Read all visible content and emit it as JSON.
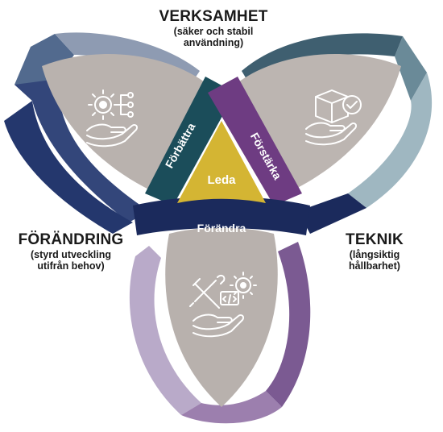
{
  "headings": {
    "top": {
      "title": "VERKSAMHET",
      "subtitle_line1": "(säker och stabil",
      "subtitle_line2": "användning)"
    },
    "left": {
      "title": "FÖRÄNDRING",
      "subtitle_line1": "(styrd utveckling",
      "subtitle_line2": "utifrån behov)"
    },
    "right": {
      "title": "TEKNIK",
      "subtitle_line1": "(långsiktig",
      "subtitle_line2": "hållbarhet)"
    }
  },
  "center": {
    "label": "Leda"
  },
  "bands": {
    "left": "Förbättra",
    "right": "Förstärka",
    "bottom": "Förändra"
  },
  "icons": {
    "left": "process-hand-icon",
    "right": "box-check-hand-icon",
    "bottom": "tools-gear-hand-icon"
  },
  "colors": {
    "center": "#d4b533",
    "petal": "#b8b1ad",
    "band_left": "#1b4d5a",
    "band_right": "#6e3c82",
    "band_bottom": "#1b2a5c",
    "ring_left": "#33467a",
    "ring_top": "#3f5f70",
    "ring_bottom": "#8a6b9f"
  }
}
